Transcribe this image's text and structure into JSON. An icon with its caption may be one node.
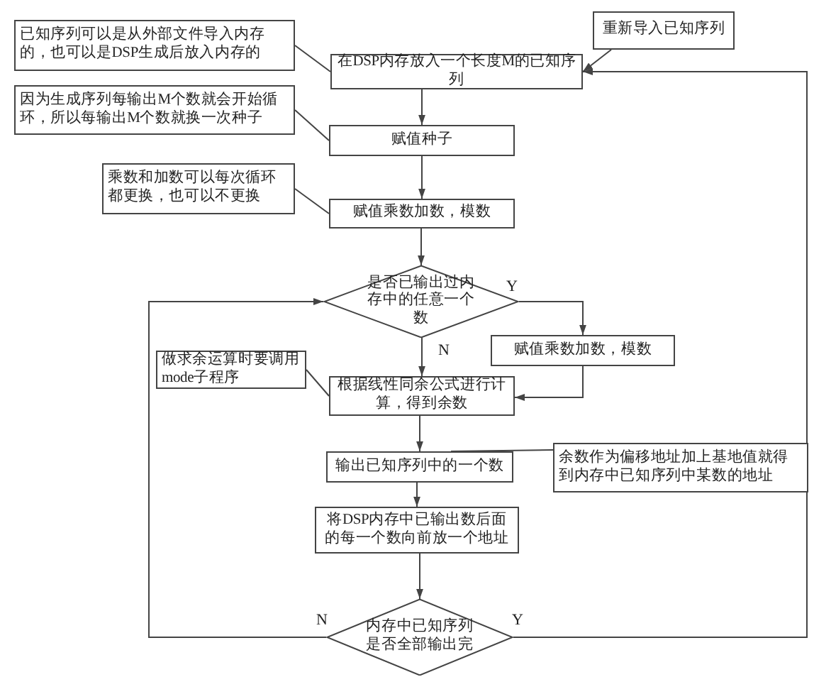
{
  "diagram": {
    "nodes": [
      {
        "text": [
          "已知序列可以是从外部文件导入内存的，也可以是DSP生成后放入内存的"
        ]
      },
      {
        "text": [
          "重新导入已知序列"
        ]
      },
      {
        "text": [
          "在DSP内存放入一个长度M的已知序列"
        ]
      },
      {
        "text": [
          "因为生成序列每输出M个数就会开始循环，所以每输出M个数就换一次种子"
        ]
      },
      {
        "text": [
          "赋值种子"
        ]
      },
      {
        "text": [
          "乘数和加数可以每次循环都更换，也可以不更换"
        ]
      },
      {
        "text": [
          "赋值乘数加数，模数"
        ]
      },
      {
        "text": [
          "是否已输出过内存中的任意一个数"
        ]
      },
      {
        "text": [
          "赋值乘数加数，模数"
        ]
      },
      {
        "text": [
          "做求余运算时要调用mode子程序"
        ]
      },
      {
        "text": [
          "根据线性同余公式进行计算，得到余数"
        ]
      },
      {
        "text": [
          "输出已知序列中的一个数"
        ]
      },
      {
        "text": [
          "余数作为偏移地址加上基地值就得到内存中已知序列中某数的地址"
        ]
      },
      {
        "text": [
          "将DSP内存中已输出数后面的每一个数向前放一个地址"
        ]
      },
      {
        "text": [
          "内存中已知序列是否全部输出完"
        ]
      }
    ],
    "edges": [
      {
        "from": 2,
        "to": 4,
        "arrow": "to"
      },
      {
        "from": 4,
        "to": 6,
        "arrow": "to"
      },
      {
        "from": 6,
        "to": 7,
        "arrow": "to"
      },
      {
        "from": 7,
        "to": 10,
        "arrow": "to",
        "label": "N"
      },
      {
        "from": 7,
        "to": 8,
        "arrow": "to",
        "label": "Y"
      },
      {
        "from": 8,
        "to": 10,
        "arrow": "to"
      },
      {
        "from": 10,
        "to": 11,
        "arrow": "to"
      },
      {
        "from": 11,
        "to": 13,
        "arrow": "to"
      },
      {
        "from": 13,
        "to": 14,
        "arrow": "to"
      },
      {
        "from": 14,
        "to": 7,
        "arrow": "to",
        "label": "N"
      },
      {
        "from": 14,
        "to": 2,
        "arrow": "to",
        "label": "Y"
      },
      {
        "from": 0,
        "to": 2,
        "arrow": "none"
      },
      {
        "from": 1,
        "to": 2,
        "arrow": "to"
      },
      {
        "from": 3,
        "to": 4,
        "arrow": "none"
      },
      {
        "from": 5,
        "to": 6,
        "arrow": "none"
      },
      {
        "from": 9,
        "to": 10,
        "arrow": "none"
      },
      {
        "from": 12,
        "to": 11,
        "arrow": "none"
      }
    ]
  }
}
